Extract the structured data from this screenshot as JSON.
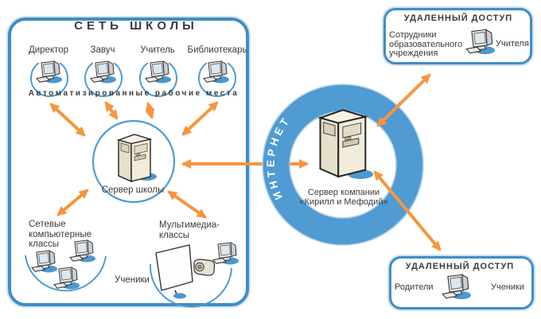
{
  "colors": {
    "box_border_blue": "#3e8dc7",
    "ring_blue": "#4f9bd2",
    "arc_blue": "#4f9bd2",
    "arrow_orange": "#f7953d",
    "shadow_blue": "#4e97ce",
    "text": "#3a3a3a",
    "server_body": "#efe9d6"
  },
  "icons": {
    "workstation": "desktop-computer-icon",
    "server": "server-tower-icon",
    "projection_screen": "projection-screen-icon",
    "projector": "projector-icon"
  },
  "school": {
    "title": "СЕТЬ ШКОЛЫ",
    "workstations": [
      {
        "label": "Директор"
      },
      {
        "label": "Завуч"
      },
      {
        "label": "Учитель"
      },
      {
        "label": "Библиотекарь"
      }
    ],
    "workstations_caption": "Автоматизированные рабочие места",
    "server_label": "Сервер школы",
    "network_classes_lines": [
      "Сетевые",
      "компьютерные",
      "классы"
    ],
    "multimedia_lines": [
      "Мультимедиа-",
      "классы"
    ],
    "students_label": "Ученики"
  },
  "internet": {
    "ring_label": "ИНТЕРНЕТ",
    "server_label_lines": [
      "Сервер компании",
      "«Кирилл и Мефодий»"
    ]
  },
  "remote_top": {
    "title": "УДАЛЕННЫЙ ДОСТУП",
    "left_lines": [
      "Сотрудники",
      "образовательного",
      "учреждения"
    ],
    "right_label": "Учителя"
  },
  "remote_bottom": {
    "title": "УДАЛЕННЫЙ ДОСТУП",
    "left_label": "Родители",
    "right_label": "Ученики"
  }
}
